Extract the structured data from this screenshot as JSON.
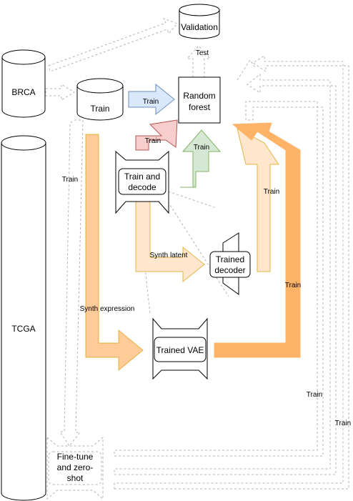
{
  "nodes": {
    "validation": "Validation",
    "brca": "BRCA",
    "train_db": "Train",
    "tcga": "TCGA",
    "random_forest_line1": "Random",
    "random_forest_line2": "forest",
    "train_decode_line1": "Train and",
    "train_decode_line2": "decode",
    "trained_decoder_line1": "Trained",
    "trained_decoder_line2": "decoder",
    "trained_vae": "Trained VAE",
    "finetune_line1": "Fine-tune",
    "finetune_line2": "and zero-",
    "finetune_line3": "shot"
  },
  "edge_labels": {
    "test": "Test",
    "train_blue": "Train",
    "train_red": "Train",
    "train_green": "Train",
    "train_left": "Train",
    "synth_expression": "Synth expression",
    "synth_latent": "Synth latent",
    "train_decoder": "Train",
    "train_vae": "Train",
    "train_right1": "Train",
    "train_right2": "Train"
  },
  "colors": {
    "blue": "#dae8fc",
    "blue_stroke": "#6c8ebf",
    "red": "#f8cecc",
    "red_stroke": "#b85450",
    "green": "#d5e8d4",
    "green_stroke": "#82b366",
    "orange_light": "#ffe6cc",
    "orange_light_stroke": "#d79b00",
    "orange_mid": "#ffcc99",
    "orange_mid_stroke": "#d79b00",
    "orange_dark": "#ffb366",
    "dashed": "#aaaaaa"
  }
}
